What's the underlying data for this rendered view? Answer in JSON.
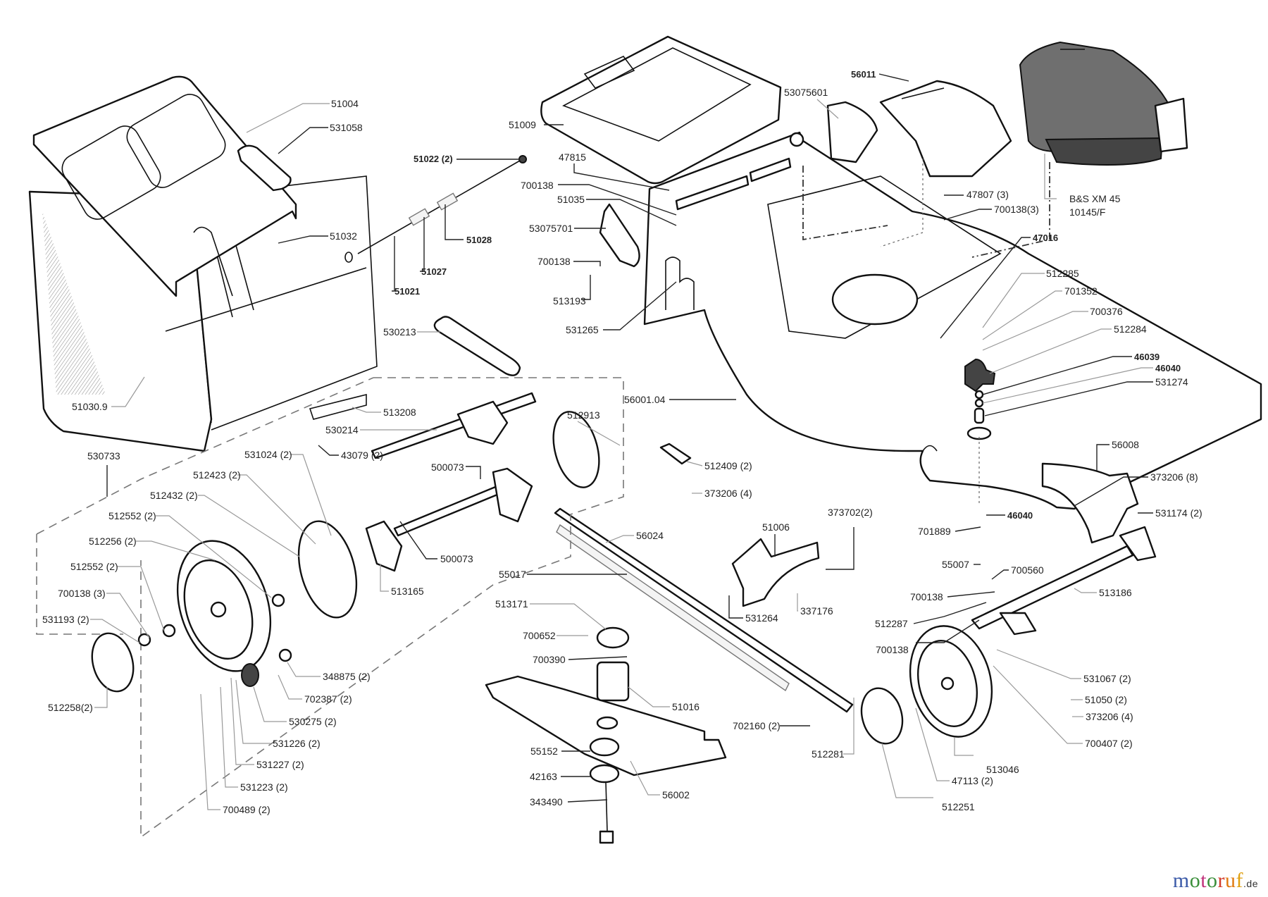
{
  "title": "Lawn mower exploded parts diagram",
  "engine": {
    "line1": "B&S XM 45",
    "line2": "10145/F"
  },
  "brand": {
    "letters": [
      {
        "ch": "m",
        "color": "#3b5aa8"
      },
      {
        "ch": "o",
        "color": "#3b8f3b"
      },
      {
        "ch": "t",
        "color": "#c0307a"
      },
      {
        "ch": "o",
        "color": "#3b8f3b"
      },
      {
        "ch": "r",
        "color": "#d23a2a"
      },
      {
        "ch": "u",
        "color": "#e07a10"
      },
      {
        "ch": "f",
        "color": "#e0a010"
      }
    ],
    "tld": ".de"
  },
  "labels": [
    {
      "id": "51004",
      "text": "51004",
      "bold": false
    },
    {
      "id": "531058",
      "text": "531058",
      "bold": false
    },
    {
      "id": "51032",
      "text": "51032",
      "bold": false
    },
    {
      "id": "51030.9",
      "text": "51030.9",
      "bold": false
    },
    {
      "id": "51009",
      "text": "51009",
      "bold": false
    },
    {
      "id": "51022",
      "text": "51022 (2)",
      "bold": true
    },
    {
      "id": "51028",
      "text": "51028",
      "bold": true
    },
    {
      "id": "51027",
      "text": "51027",
      "bold": true
    },
    {
      "id": "51021",
      "text": "51021",
      "bold": true
    },
    {
      "id": "530213",
      "text": "530213",
      "bold": false
    },
    {
      "id": "47815",
      "text": "47815",
      "bold": false
    },
    {
      "id": "700138-a",
      "text": "700138",
      "bold": false
    },
    {
      "id": "51035",
      "text": "51035",
      "bold": false
    },
    {
      "id": "53075701",
      "text": "53075701",
      "bold": false
    },
    {
      "id": "700138-b",
      "text": "700138",
      "bold": false
    },
    {
      "id": "513193",
      "text": "513193",
      "bold": false
    },
    {
      "id": "531265",
      "text": "531265",
      "bold": false
    },
    {
      "id": "53075601",
      "text": "53075601",
      "bold": false
    },
    {
      "id": "56011",
      "text": "56011",
      "bold": true
    },
    {
      "id": "47807",
      "text": "47807 (3)",
      "bold": false
    },
    {
      "id": "700138-c",
      "text": "700138(3)",
      "bold": false
    },
    {
      "id": "47016",
      "text": "47016",
      "bold": true
    },
    {
      "id": "512285",
      "text": "512285",
      "bold": false
    },
    {
      "id": "701352",
      "text": "701352",
      "bold": false
    },
    {
      "id": "700376",
      "text": "700376",
      "bold": false
    },
    {
      "id": "512284",
      "text": "512284",
      "bold": false
    },
    {
      "id": "46039",
      "text": "46039",
      "bold": true
    },
    {
      "id": "46040-a",
      "text": "46040",
      "bold": true
    },
    {
      "id": "531274",
      "text": "531274",
      "bold": false
    },
    {
      "id": "56001.04",
      "text": "56001.04",
      "bold": false
    },
    {
      "id": "56008",
      "text": "56008",
      "bold": false
    },
    {
      "id": "373206-8",
      "text": "373206 (8)",
      "bold": false
    },
    {
      "id": "46040-b",
      "text": "46040",
      "bold": true
    },
    {
      "id": "531174",
      "text": "531174 (2)",
      "bold": false
    },
    {
      "id": "701889",
      "text": "701889",
      "bold": false
    },
    {
      "id": "55007",
      "text": "55007",
      "bold": false
    },
    {
      "id": "700560",
      "text": "700560",
      "bold": false
    },
    {
      "id": "700138-d",
      "text": "700138",
      "bold": false
    },
    {
      "id": "513186",
      "text": "513186",
      "bold": false
    },
    {
      "id": "512287",
      "text": "512287",
      "bold": false
    },
    {
      "id": "700138-e",
      "text": "700138",
      "bold": false
    },
    {
      "id": "531067",
      "text": "531067 (2)",
      "bold": false
    },
    {
      "id": "51050",
      "text": "51050 (2)",
      "bold": false
    },
    {
      "id": "373206-4b",
      "text": "373206 (4)",
      "bold": false
    },
    {
      "id": "700407",
      "text": "700407 (2)",
      "bold": false
    },
    {
      "id": "513046",
      "text": "513046",
      "bold": false
    },
    {
      "id": "47113",
      "text": "47113 (2)",
      "bold": false
    },
    {
      "id": "512251",
      "text": "512251",
      "bold": false
    },
    {
      "id": "512281",
      "text": "512281",
      "bold": false
    },
    {
      "id": "702160",
      "text": "702160 (2)",
      "bold": false
    },
    {
      "id": "512409",
      "text": "512409 (2)",
      "bold": false
    },
    {
      "id": "373206-4a",
      "text": "373206 (4)",
      "bold": false
    },
    {
      "id": "373702",
      "text": "373702(2)",
      "bold": false
    },
    {
      "id": "51006",
      "text": "51006",
      "bold": false
    },
    {
      "id": "531264",
      "text": "531264",
      "bold": false
    },
    {
      "id": "337176",
      "text": "337176",
      "bold": false
    },
    {
      "id": "56024",
      "text": "56024",
      "bold": false
    },
    {
      "id": "55017",
      "text": "55017",
      "bold": false
    },
    {
      "id": "513171",
      "text": "513171",
      "bold": false
    },
    {
      "id": "700652",
      "text": "700652",
      "bold": false
    },
    {
      "id": "700390",
      "text": "700390",
      "bold": false
    },
    {
      "id": "51016",
      "text": "51016",
      "bold": false
    },
    {
      "id": "55152",
      "text": "55152",
      "bold": false
    },
    {
      "id": "42163",
      "text": "42163",
      "bold": false
    },
    {
      "id": "343490",
      "text": "343490",
      "bold": false
    },
    {
      "id": "56002",
      "text": "56002",
      "bold": false
    },
    {
      "id": "513208",
      "text": "513208",
      "bold": false
    },
    {
      "id": "530214",
      "text": "530214",
      "bold": false
    },
    {
      "id": "43079",
      "text": "43079 (2)",
      "bold": false
    },
    {
      "id": "512913",
      "text": "512913",
      "bold": false
    },
    {
      "id": "500073-a",
      "text": "500073",
      "bold": false
    },
    {
      "id": "500073-b",
      "text": "500073",
      "bold": false
    },
    {
      "id": "513165",
      "text": "513165",
      "bold": false
    },
    {
      "id": "530733",
      "text": "530733",
      "bold": false
    },
    {
      "id": "531024",
      "text": "531024 (2)",
      "bold": false
    },
    {
      "id": "512423",
      "text": "512423 (2)",
      "bold": false
    },
    {
      "id": "512432",
      "text": "512432 (2)",
      "bold": false
    },
    {
      "id": "512552-a",
      "text": "512552 (2)",
      "bold": false
    },
    {
      "id": "512256",
      "text": "512256 (2)",
      "bold": false
    },
    {
      "id": "512552-b",
      "text": "512552 (2)",
      "bold": false
    },
    {
      "id": "700138-f",
      "text": "700138 (3)",
      "bold": false
    },
    {
      "id": "531193",
      "text": "531193 (2)",
      "bold": false
    },
    {
      "id": "512258",
      "text": "512258(2)",
      "bold": false
    },
    {
      "id": "348875",
      "text": "348875 (2)",
      "bold": false
    },
    {
      "id": "702387",
      "text": "702387 (2)",
      "bold": false
    },
    {
      "id": "530275",
      "text": "530275 (2)",
      "bold": false
    },
    {
      "id": "531226",
      "text": "531226 (2)",
      "bold": false
    },
    {
      "id": "531227",
      "text": "531227 (2)",
      "bold": false
    },
    {
      "id": "531223",
      "text": "531223 (2)",
      "bold": false
    },
    {
      "id": "700489",
      "text": "700489 (2)",
      "bold": false
    }
  ]
}
